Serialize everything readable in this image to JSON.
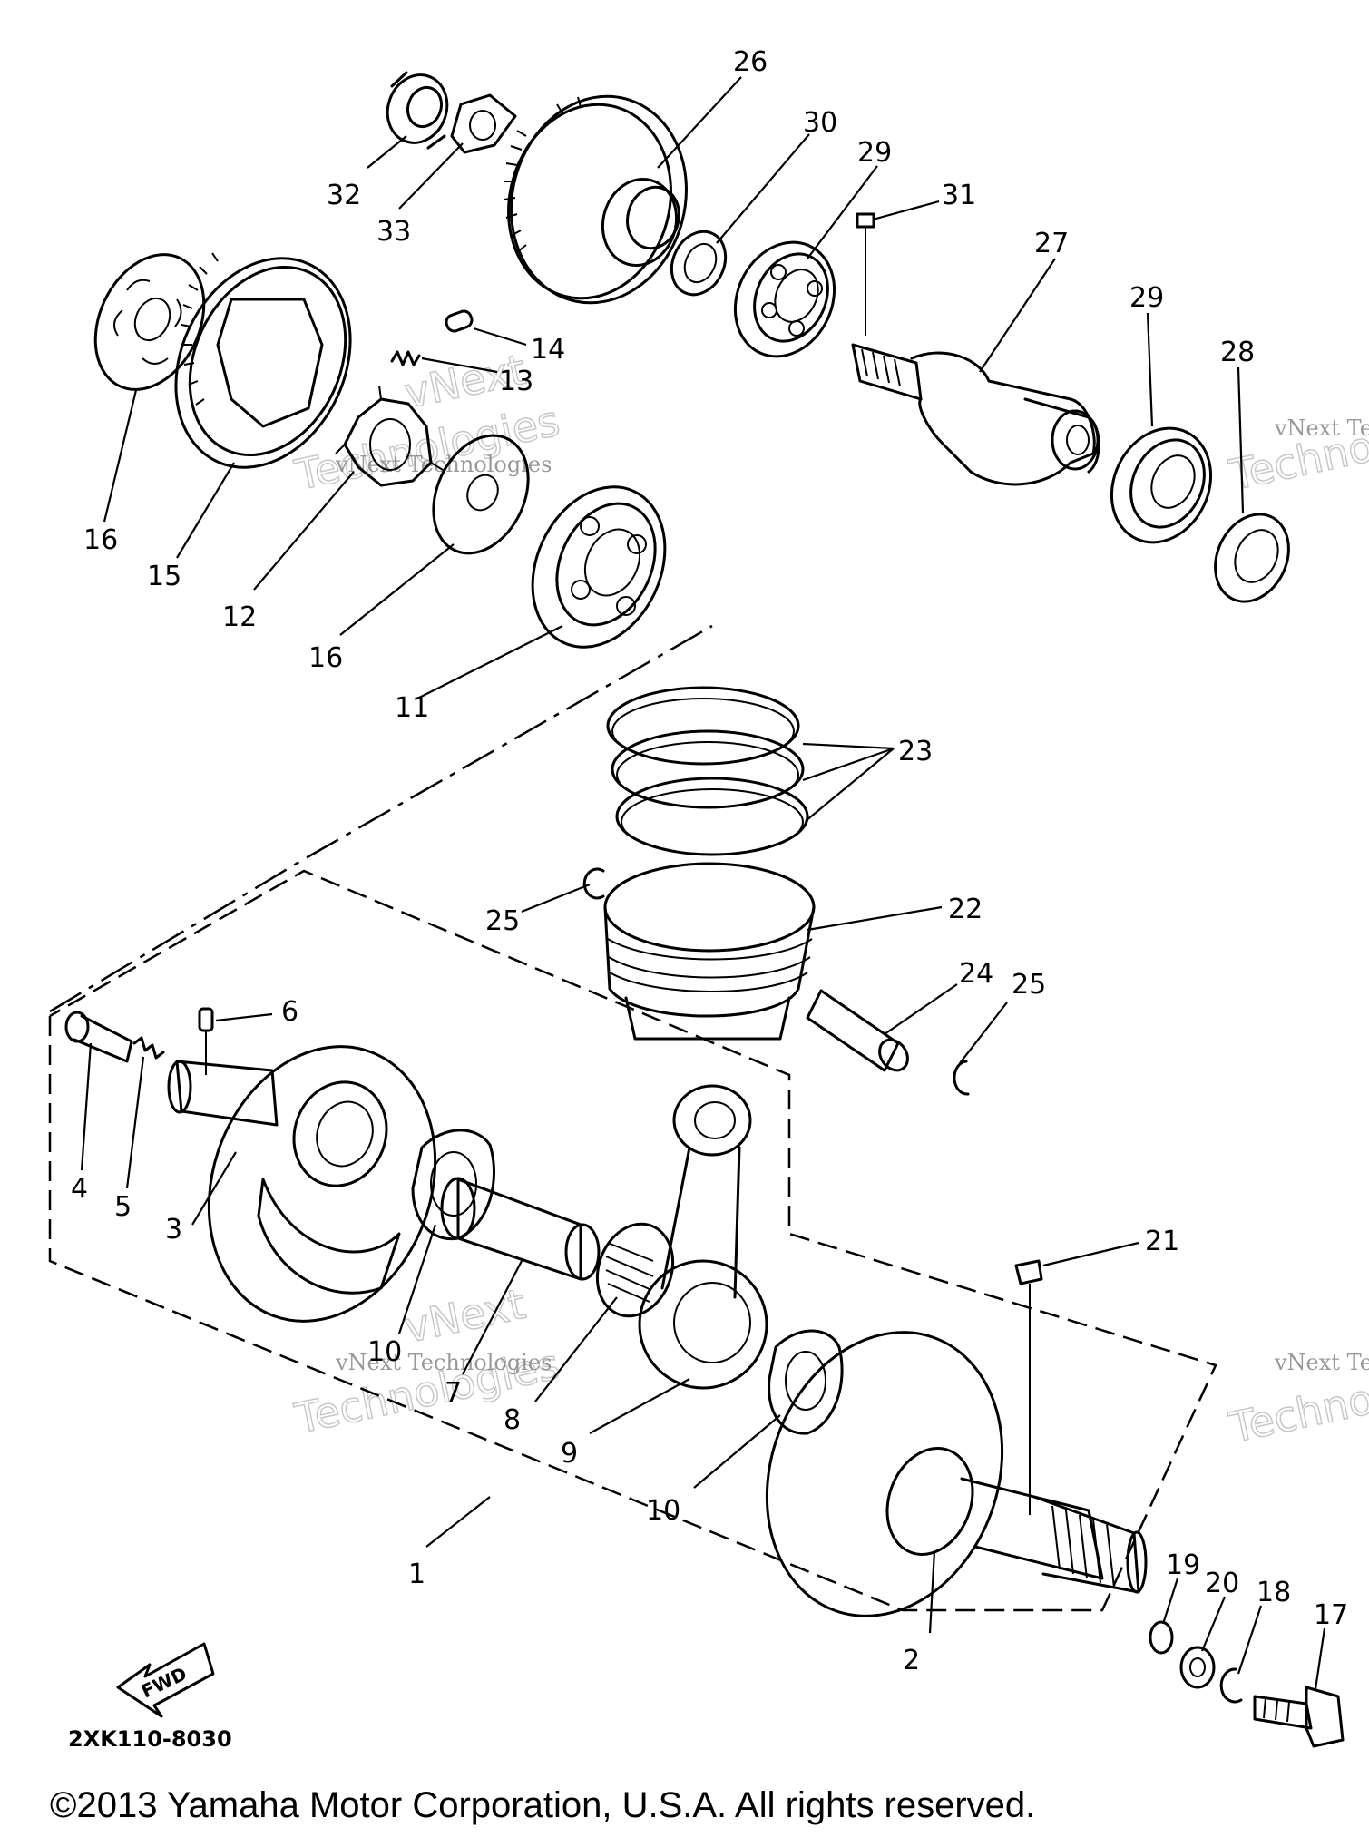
{
  "diagram": {
    "part_labels": [
      "26",
      "30",
      "29",
      "31",
      "27",
      "29",
      "28",
      "32",
      "33",
      "14",
      "13",
      "16",
      "15",
      "12",
      "16",
      "11",
      "23",
      "25",
      "22",
      "24",
      "25",
      "6",
      "4",
      "5",
      "3",
      "10",
      "7",
      "8",
      "9",
      "21",
      "10",
      "1",
      "2",
      "19",
      "20",
      "18",
      "17"
    ],
    "diagram_code": "2XK110-8030",
    "fwd_label": "FWD",
    "watermark": {
      "line1": "vNext Technologies",
      "line2": "vNext",
      "line3": "Technologies"
    },
    "copyright": "©2013 Yamaha Motor Corporation, U.S.A. All rights reserved."
  }
}
